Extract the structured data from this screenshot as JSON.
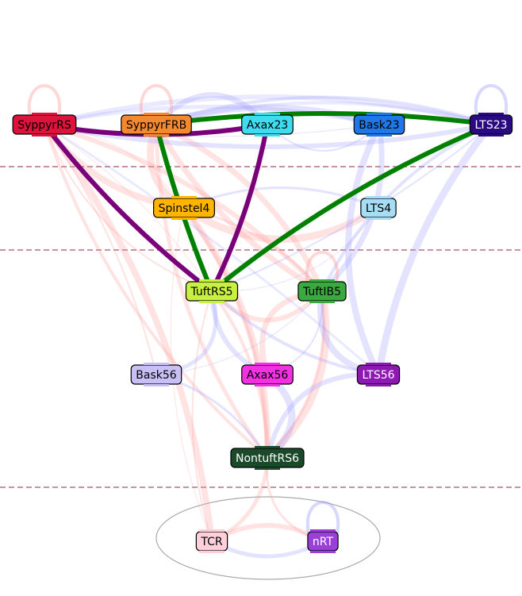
{
  "nodes": [
    {
      "id": "SyppyrRS",
      "label": "SyppyrRS",
      "fill": "#dc143c",
      "text": "#000000"
    },
    {
      "id": "SyppyrFRB",
      "label": "SyppyrFRB",
      "fill": "#f4882f",
      "text": "#000000"
    },
    {
      "id": "Axax23",
      "label": "Axax23",
      "fill": "#3fdcef",
      "text": "#000000"
    },
    {
      "id": "Bask23",
      "label": "Bask23",
      "fill": "#1f77e8",
      "text": "#000000"
    },
    {
      "id": "LTS23",
      "label": "LTS23",
      "fill": "#2a0a80",
      "text": "#ffffff"
    },
    {
      "id": "Spinstel4",
      "label": "Spinstel4",
      "fill": "#ffb400",
      "text": "#000000"
    },
    {
      "id": "LTS4",
      "label": "LTS4",
      "fill": "#a6dcf4",
      "text": "#000000"
    },
    {
      "id": "TuftRS5",
      "label": "TuftRS5",
      "fill": "#c8f040",
      "text": "#000000"
    },
    {
      "id": "TuftIB5",
      "label": "TuftIB5",
      "fill": "#3aaa40",
      "text": "#000000"
    },
    {
      "id": "Bask56",
      "label": "Bask56",
      "fill": "#c8c0f4",
      "text": "#000000"
    },
    {
      "id": "Axax56",
      "label": "Axax56",
      "fill": "#f032e0",
      "text": "#000000"
    },
    {
      "id": "LTS56",
      "label": "LTS56",
      "fill": "#8c1ab0",
      "text": "#ffffff"
    },
    {
      "id": "NontuftRS6",
      "label": "NontuftRS6",
      "fill": "#1a4a2a",
      "text": "#ffffff"
    },
    {
      "id": "TCR",
      "label": "TCR",
      "fill": "#ffd0dc",
      "text": "#000000"
    },
    {
      "id": "nRT",
      "label": "nRT",
      "fill": "#9a40d8",
      "text": "#ffffff"
    }
  ],
  "highlight_edges": [
    {
      "from": "SyppyrRS",
      "to": "TuftRS5",
      "color": "#7a007a"
    },
    {
      "from": "SyppyrRS",
      "to": "Axax23",
      "color": "#7a007a"
    },
    {
      "from": "Axax23",
      "to": "TuftRS5",
      "color": "#7a007a"
    },
    {
      "from": "SyppyrFRB",
      "to": "TuftRS5",
      "color": "#008000"
    },
    {
      "from": "SyppyrFRB",
      "to": "LTS23",
      "color": "#008000"
    },
    {
      "from": "LTS23",
      "to": "TuftRS5",
      "color": "#008000"
    }
  ],
  "excitatory_edges": [
    [
      "SyppyrRS",
      "TuftRS5"
    ],
    [
      "SyppyrRS",
      "Spinstel4"
    ],
    [
      "SyppyrRS",
      "TuftIB5"
    ],
    [
      "SyppyrRS",
      "NontuftRS6"
    ],
    [
      "SyppyrRS",
      "Bask56"
    ],
    [
      "SyppyrFRB",
      "Spinstel4"
    ],
    [
      "SyppyrFRB",
      "TuftIB5"
    ],
    [
      "SyppyrFRB",
      "NontuftRS6"
    ],
    [
      "Spinstel4",
      "TuftIB5"
    ],
    [
      "Spinstel4",
      "SyppyrRS"
    ],
    [
      "Spinstel4",
      "NontuftRS6"
    ],
    [
      "TuftRS5",
      "TuftIB5"
    ],
    [
      "TuftRS5",
      "NontuftRS6"
    ],
    [
      "TuftRS5",
      "TCR"
    ],
    [
      "TuftIB5",
      "NontuftRS6"
    ],
    [
      "TuftIB5",
      "Axax56"
    ],
    [
      "NontuftRS6",
      "TCR"
    ],
    [
      "NontuftRS6",
      "nRT"
    ],
    [
      "TCR",
      "Spinstel4"
    ],
    [
      "TCR",
      "SyppyrRS"
    ],
    [
      "TCR",
      "nRT"
    ],
    [
      "NontuftRS6",
      "TuftIB5"
    ],
    [
      "TuftRS5",
      "SyppyrRS"
    ],
    [
      "Spinstel4",
      "LTS4"
    ],
    [
      "TuftIB5",
      "SyppyrFRB"
    ],
    [
      "NontuftRS6",
      "Spinstel4"
    ]
  ],
  "inhibitory_edges": [
    [
      "Bask23",
      "SyppyrRS"
    ],
    [
      "Bask23",
      "SyppyrFRB"
    ],
    [
      "LTS23",
      "SyppyrRS"
    ],
    [
      "LTS23",
      "SyppyrFRB"
    ],
    [
      "LTS23",
      "TuftRS5"
    ],
    [
      "LTS23",
      "LTS56"
    ],
    [
      "Bask23",
      "TuftIB5"
    ],
    [
      "Bask56",
      "TuftRS5"
    ],
    [
      "Bask56",
      "NontuftRS6"
    ],
    [
      "Bask56",
      "TuftIB5"
    ],
    [
      "LTS56",
      "TuftIB5"
    ],
    [
      "LTS56",
      "NontuftRS6"
    ],
    [
      "LTS56",
      "TuftRS5"
    ],
    [
      "Axax56",
      "TuftIB5"
    ],
    [
      "Axax56",
      "NontuftRS6"
    ],
    [
      "Axax23",
      "SyppyrFRB"
    ],
    [
      "nRT",
      "TCR"
    ],
    [
      "LTS4",
      "Spinstel4"
    ],
    [
      "LTS4",
      "TuftRS5"
    ],
    [
      "Bask23",
      "LTS56"
    ],
    [
      "Axax56",
      "TuftRS5"
    ],
    [
      "LTS23",
      "TuftIB5"
    ],
    [
      "Bask23",
      "Axax23"
    ]
  ],
  "self_loops": [
    "SyppyrRS",
    "SyppyrFRB",
    "TuftIB5",
    "LTS23",
    "nRT"
  ],
  "colors": {
    "excitatory": "#ff9a9a",
    "inhibitory": "#9a9aff",
    "divider": "#b07080",
    "thalamus_outline": "#aaaaaa",
    "node_border": "#000000"
  }
}
